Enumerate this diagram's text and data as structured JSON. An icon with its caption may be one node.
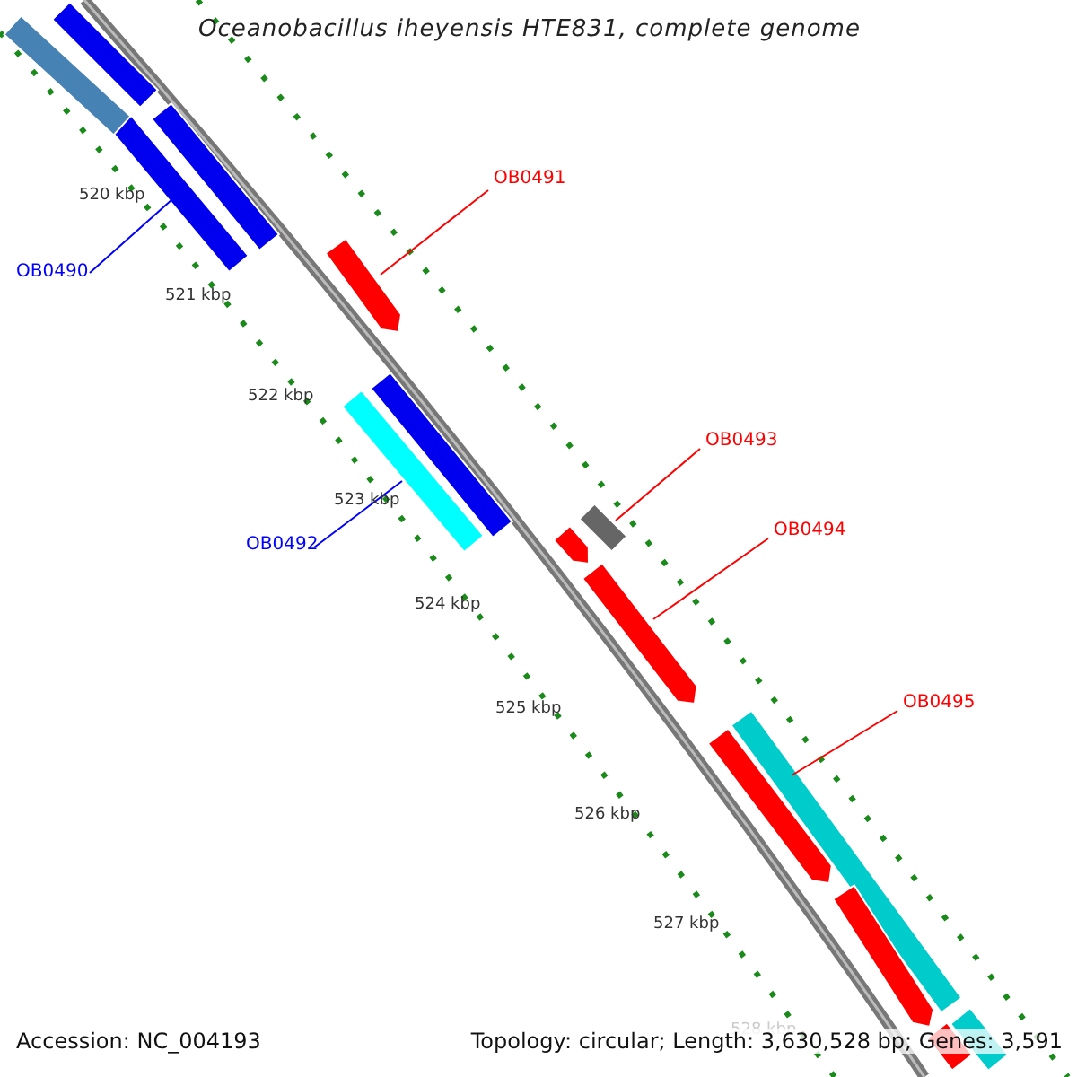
{
  "diagram": {
    "title": "Oceanobacillus iheyensis HTE831, complete genome",
    "nodes": [
      {
        "text": [
          "OB0491"
        ]
      },
      {
        "text": [],
        "shape": "bar"
      },
      {
        "text": [
          "OB0490"
        ]
      },
      {
        "text": [],
        "shape": "bar"
      },
      {
        "text": [
          "OB0493"
        ]
      },
      {
        "text": [],
        "shape": "bar"
      },
      {
        "text": [
          "OB0494"
        ]
      },
      {
        "text": [],
        "shape": "bar"
      },
      {
        "text": [
          "OB0492"
        ]
      },
      {
        "text": [],
        "shape": "bar"
      },
      {
        "text": [
          "OB0495"
        ]
      },
      {
        "text": [],
        "shape": "bar"
      },
      {
        "text": [],
        "shape": "bar"
      },
      {
        "text": [],
        "shape": "bar"
      },
      {
        "text": [],
        "shape": "bar"
      },
      {
        "text": [],
        "shape": "bar"
      },
      {
        "text": [],
        "shape": "bar"
      },
      {
        "text": [],
        "shape": "bar"
      },
      {
        "text": [],
        "shape": "bar"
      },
      {
        "text": [],
        "shape": "bar"
      },
      {
        "text": [],
        "shape": "bar"
      }
    ],
    "edges": [
      {
        "from": 0,
        "to": 1,
        "arrow": "none"
      },
      {
        "from": 2,
        "to": 3,
        "arrow": "none",
        "color": "#0000ff"
      },
      {
        "from": 4,
        "to": 5,
        "arrow": "none"
      },
      {
        "from": 6,
        "to": 7,
        "arrow": "none"
      },
      {
        "from": 8,
        "to": 9,
        "arrow": "none",
        "color": "#0000ff"
      },
      {
        "from": 10,
        "to": 11,
        "arrow": "none"
      }
    ],
    "labels": [
      "520 kbp",
      "521 kbp",
      "522 kbp",
      "523 kbp",
      "524 kbp",
      "525 kbp",
      "526 kbp",
      "527 kbp",
      "528 kbp",
      "Accession: NC_004193",
      "Topology: circular; Length: 3,630,528 bp; Genes: 3,591"
    ]
  }
}
